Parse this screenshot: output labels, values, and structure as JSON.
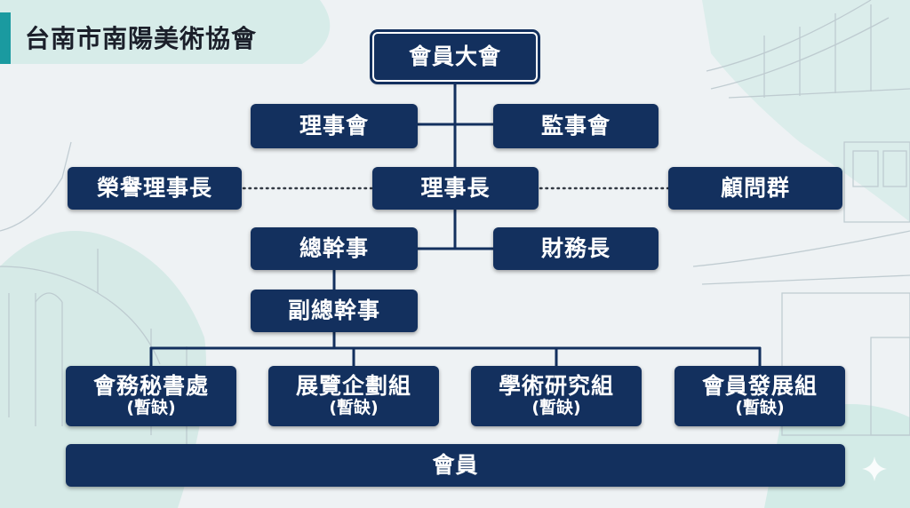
{
  "title": "台南市南陽美術協會",
  "colors": {
    "box": "#13305e",
    "accent": "#1a9aa0",
    "line": "#13305e"
  },
  "nodes": {
    "general_assembly": "會員大會",
    "board": "理事會",
    "supervisors": "監事會",
    "honorary_chair": "榮譽理事長",
    "chairman": "理事長",
    "advisors": "顧問群",
    "secretary_general": "總幹事",
    "treasurer": "財務長",
    "deputy_secretary": "副總幹事",
    "units": [
      {
        "name": "會務秘書處",
        "status": "(暫缺)"
      },
      {
        "name": "展覽企劃組",
        "status": "(暫缺)"
      },
      {
        "name": "學術研究組",
        "status": "(暫缺)"
      },
      {
        "name": "會員發展組",
        "status": "(暫缺)"
      }
    ],
    "members": "會員"
  }
}
